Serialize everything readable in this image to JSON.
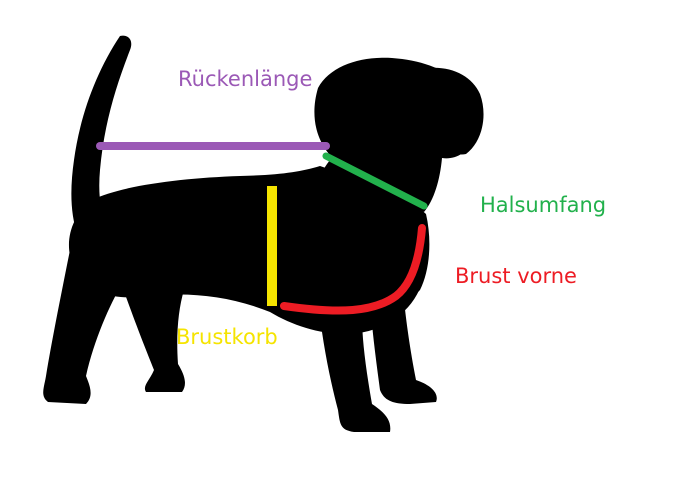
{
  "measurements": [
    {
      "key": "back_length",
      "label": "Rückenlänge",
      "color": "#9b59b6"
    },
    {
      "key": "neck_girth",
      "label": "Halsumfang",
      "color": "#22b14c"
    },
    {
      "key": "chest_front",
      "label": "Brust vorne",
      "color": "#ed1c24"
    },
    {
      "key": "chest_girth",
      "label": "Brustkorb",
      "color": "#f5e400"
    }
  ],
  "silhouette": {
    "subject": "dog",
    "color": "#000000"
  }
}
